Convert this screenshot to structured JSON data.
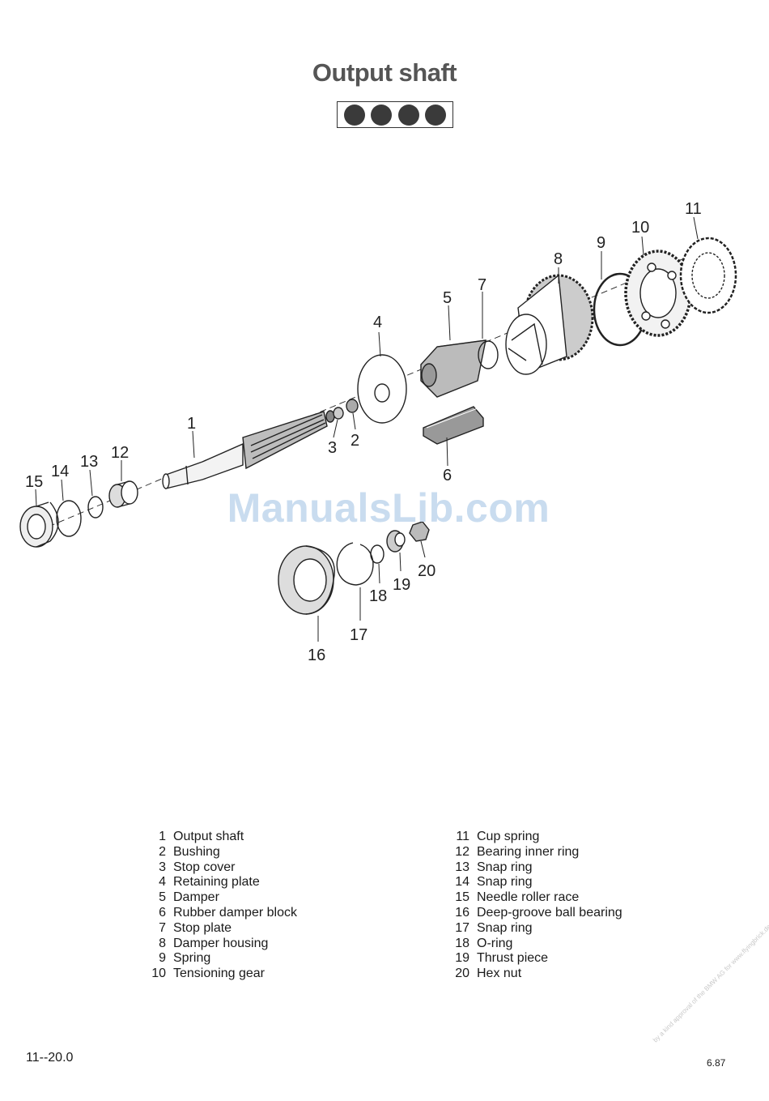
{
  "page": {
    "title": "Output shaft",
    "rating_dots": 4,
    "watermark": "ManualsLib.com",
    "page_number": "11--20.0",
    "date": "6.87",
    "credit": "by a kind approval of the BMW AG for www.flyingbrick.de"
  },
  "callouts": [
    "1",
    "2",
    "3",
    "4",
    "5",
    "6",
    "7",
    "8",
    "9",
    "10",
    "11",
    "12",
    "13",
    "14",
    "15",
    "16",
    "17",
    "18",
    "19",
    "20"
  ],
  "legend": {
    "left": [
      {
        "num": "1",
        "label": "Output shaft"
      },
      {
        "num": "2",
        "label": "Bushing"
      },
      {
        "num": "3",
        "label": "Stop cover"
      },
      {
        "num": "4",
        "label": "Retaining plate"
      },
      {
        "num": "5",
        "label": "Damper"
      },
      {
        "num": "6",
        "label": "Rubber damper block"
      },
      {
        "num": "7",
        "label": "Stop plate"
      },
      {
        "num": "8",
        "label": "Damper housing"
      },
      {
        "num": "9",
        "label": "Spring"
      },
      {
        "num": "10",
        "label": "Tensioning gear"
      }
    ],
    "right": [
      {
        "num": "11",
        "label": "Cup spring"
      },
      {
        "num": "12",
        "label": "Bearing inner ring"
      },
      {
        "num": "13",
        "label": "Snap ring"
      },
      {
        "num": "14",
        "label": "Snap ring"
      },
      {
        "num": "15",
        "label": "Needle roller race"
      },
      {
        "num": "16",
        "label": "Deep-groove ball bearing"
      },
      {
        "num": "17",
        "label": "Snap ring"
      },
      {
        "num": "18",
        "label": "O-ring"
      },
      {
        "num": "19",
        "label": "Thrust piece"
      },
      {
        "num": "20",
        "label": "Hex nut"
      }
    ]
  }
}
